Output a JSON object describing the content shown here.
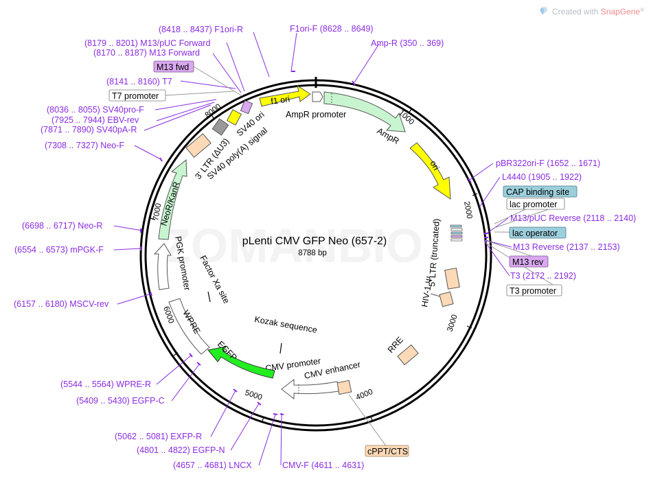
{
  "credit": {
    "prefix": "Created with ",
    "brand": "SnapGene",
    "mark": "®"
  },
  "watermark": "ZOMANBIO",
  "plasmid": {
    "name": "pLenti CMV GFP Neo (657-2)",
    "length": "8788 bp"
  },
  "ticks": [
    "1000",
    "2000",
    "3000",
    "4000",
    "5000",
    "6000",
    "7000",
    "8000"
  ],
  "site_labels": {
    "f1ori_r": "(8418 .. 8437)  F1ori-R",
    "f1ori_f": "F1ori-F  (8628 .. 8649)",
    "m13puc_fwd": "(8179 .. 8201)  M13/pUC Forward",
    "m13_forward": "(8170 .. 8187)  M13 Forward",
    "amp_r": "Amp-R  (350 .. 369)",
    "t7": "(8141 .. 8160)  T7",
    "sv40pro_f": "(8036 .. 8055)  SV40pro-F",
    "ebv_rev": "(7925 .. 7944)  EBV-rev",
    "sv40pa_r": "(7871 .. 7890)  SV40pA-R",
    "neo_f": "(7308 .. 7327)  Neo-F",
    "pbr322ori_f": "pBR322ori-F  (1652 .. 1671)",
    "l4440": "L4440  (1905 .. 1922)",
    "m13puc_rev": "M13/pUC Reverse  (2118 .. 2140)",
    "m13_reverse": "M13 Reverse  (2137 .. 2153)",
    "t3": "T3  (2172 .. 2192)",
    "neo_r": "(6698 .. 6717)  Neo-R",
    "mpgk_f": "(6554 .. 6573)  mPGK-F",
    "mscv_rev": "(6157 .. 6180)  MSCV-rev",
    "wpre_r": "(5544 .. 5564)  WPRE-R",
    "egfp_c": "(5409 .. 5430)  EGFP-C",
    "exfp_r": "(5062 .. 5081)  EXFP-R",
    "egfp_n": "(4801 .. 4822)  EGFP-N",
    "lncx": "(4657 .. 4681)  LNCX",
    "cmv_f": "CMV-F  (4611 .. 4631)"
  },
  "boxed_labels": {
    "m13_fwd": "M13 fwd",
    "t7_promoter": "T7 promoter",
    "cap_binding_site": "CAP binding site",
    "lac_promoter": "lac promoter",
    "lac_operator": "lac operator",
    "m13_rev": "M13 rev",
    "t3_promoter": "T3 promoter",
    "cppt_cts": "cPPT/CTS"
  },
  "features": {
    "f1_ori": "f1 ori",
    "ampr_promoter": "AmpR promoter",
    "ampr": "AmpR",
    "ori": "ori",
    "sv40_ori": "SV40 ori",
    "sv40_polya": "SV40 poly(A) signal",
    "ltr3": "3' LTR (ΔU3)",
    "neor_kanr": "NeoR/KanR",
    "pgk_promoter": "PGK promoter",
    "wpre": "WPRE",
    "egfp": "EGFP",
    "factor_xa": "Factor Xa site",
    "kozak": "Kozak sequence",
    "cmv_promoter": "CMV promoter",
    "cmv_enhancer": "CMV enhancer",
    "rre": "RRE",
    "hiv_psi": "HIV-1 Ψ",
    "ltr5": "5' LTR (truncated)"
  },
  "colors": {
    "label": "#8a2be2",
    "yellow_feature": "#ffff00",
    "green_arrow": "#c8f5d0",
    "egfp_green": "#22ee22",
    "peach": "#fcdab8",
    "box_purple": "#d9a8f0",
    "box_teal": "#9ccfdc"
  }
}
